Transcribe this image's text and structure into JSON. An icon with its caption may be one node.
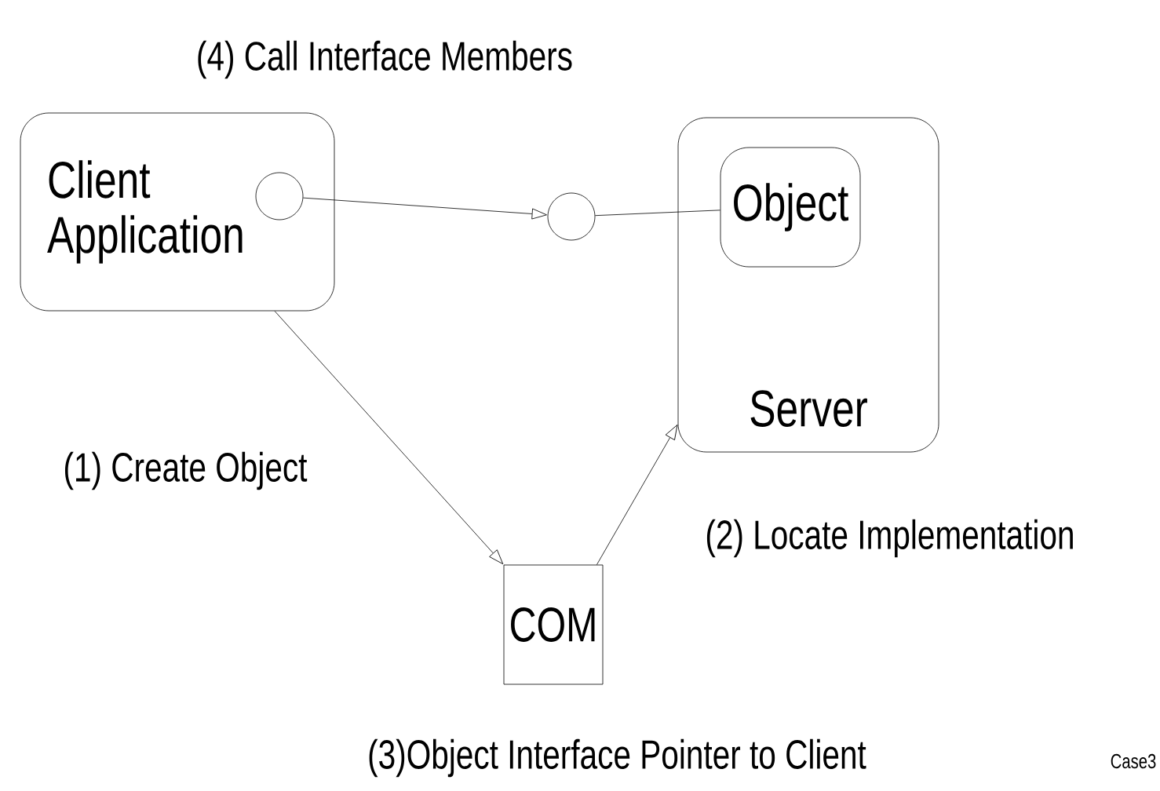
{
  "diagram": {
    "nodes": [
      {
        "text": [
          "Client Application"
        ]
      },
      {
        "text": [],
        "shape": "circle",
        "in": 0
      },
      {
        "text": [],
        "shape": "circle"
      },
      {
        "text": [
          "Server"
        ]
      },
      {
        "text": [
          "Object"
        ],
        "in": 3
      },
      {
        "text": [
          "COM"
        ]
      }
    ],
    "edges": [
      {
        "from": 1,
        "to": 2,
        "arrow": "to"
      },
      {
        "from": 2,
        "to": 4,
        "arrow": "none"
      },
      {
        "from": 0,
        "to": 5,
        "arrow": "to"
      },
      {
        "from": 5,
        "to": 3,
        "arrow": "to"
      }
    ],
    "labels": [
      "(4) Call Interface Members",
      "(1) Create Object",
      "(2) Locate Implementation",
      "(3)Object Interface Pointer to Client",
      "Case3"
    ]
  }
}
